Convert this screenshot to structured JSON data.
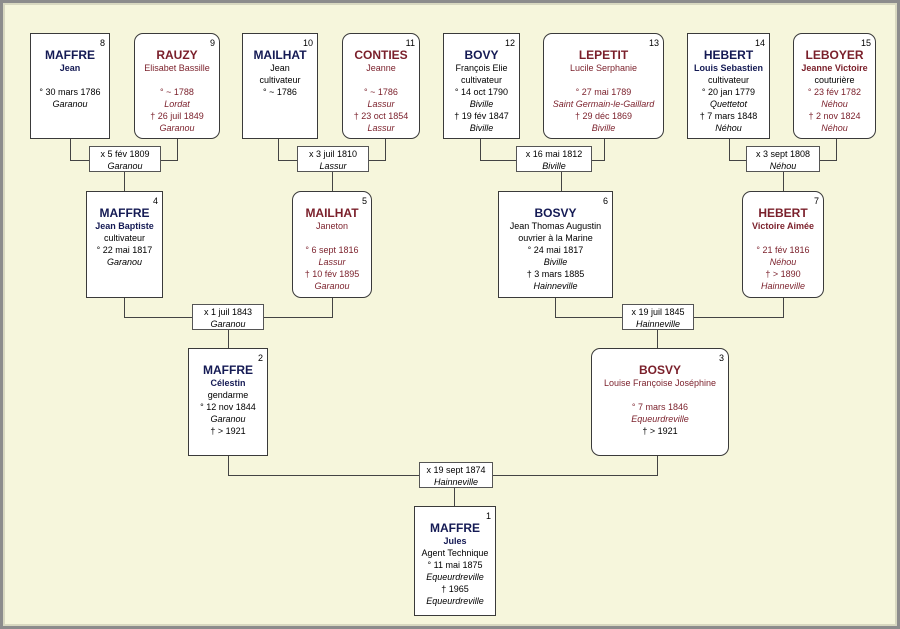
{
  "persons": {
    "p1": {
      "num": "1",
      "surname": "MAFFRE",
      "given": "Jules",
      "occupation": "Agent Technique",
      "birth": "° 11 mai 1875",
      "birth_place": "Equeurdreville",
      "death": "† 1965",
      "death_place": "Equeurdreville"
    },
    "p2": {
      "num": "2",
      "surname": "MAFFRE",
      "given": "Célestin",
      "occupation": "gendarme",
      "birth": "° 12 nov 1844",
      "birth_place": "Garanou",
      "death": "† > 1921"
    },
    "p3": {
      "num": "3",
      "surname": "BOSVY",
      "given": "Louise Françoise Joséphine",
      "birth": "° 7 mars 1846",
      "birth_place": "Equeurdreville",
      "death": "† > 1921"
    },
    "p4": {
      "num": "4",
      "surname": "MAFFRE",
      "given": "Jean Baptiste",
      "occupation": "cultivateur",
      "birth": "° 22 mai 1817",
      "birth_place": "Garanou"
    },
    "p5": {
      "num": "5",
      "surname": "MAILHAT",
      "given": "Janeton",
      "birth": "° 6 sept 1816",
      "birth_place": "Lassur",
      "death": "† 10 fév 1895",
      "death_place": "Garanou"
    },
    "p6": {
      "num": "6",
      "surname": "BOSVY",
      "given": "Jean Thomas Augustin",
      "occupation": "ouvrier à la Marine",
      "birth": "° 24 mai 1817",
      "birth_place": "Biville",
      "death": "† 3 mars 1885",
      "death_place": "Hainneville"
    },
    "p7": {
      "num": "7",
      "surname": "HEBERT",
      "given": "Victoire Aimée",
      "birth": "° 21 fév 1816",
      "birth_place": "Néhou",
      "death": "† > 1890",
      "death_place": "Hainneville"
    },
    "p8": {
      "num": "8",
      "surname": "MAFFRE",
      "given": "Jean",
      "birth": "° 30 mars 1786",
      "birth_place": "Garanou"
    },
    "p9": {
      "num": "9",
      "surname": "RAUZY",
      "given": "Elisabet Bassille",
      "birth": "° ~ 1788",
      "birth_place": "Lordat",
      "death": "† 26 juil 1849",
      "death_place": "Garanou"
    },
    "p10": {
      "num": "10",
      "surname": "MAILHAT",
      "given": "Jean",
      "occupation": "cultivateur",
      "birth": "° ~ 1786"
    },
    "p11": {
      "num": "11",
      "surname": "CONTIES",
      "given": "Jeanne",
      "birth": "° ~ 1786",
      "birth_place": "Lassur",
      "death": "† 23 oct 1854",
      "death_place": "Lassur"
    },
    "p12": {
      "num": "12",
      "surname": "BOVY",
      "given": "François Elie",
      "occupation": "cultivateur",
      "birth": "° 14 oct 1790",
      "birth_place": "Biville",
      "death": "† 19 fév 1847",
      "death_place": "Biville"
    },
    "p13": {
      "num": "13",
      "surname": "LEPETIT",
      "given": "Lucile Serphanie",
      "birth": "° 27 mai 1789",
      "birth_place": "Saint Germain-le-Gaillard",
      "death": "† 29 déc 1869",
      "death_place": "Biville"
    },
    "p14": {
      "num": "14",
      "surname": "HEBERT",
      "given": "Louis Sebastien",
      "occupation": "cultivateur",
      "birth": "° 20 jan 1779",
      "birth_place": "Quettetot",
      "death": "† 7 mars 1848",
      "death_place": "Néhou"
    },
    "p15": {
      "num": "15",
      "surname": "LEBOYER",
      "given": "Jeanne Victoire",
      "occupation": "couturière",
      "birth": "° 23 fév 1782",
      "birth_place": "Néhou",
      "death": "† 2 nov 1824",
      "death_place": "Néhou"
    }
  },
  "marriages": {
    "m1": {
      "date": "x 19 sept 1874",
      "place": "Hainneville"
    },
    "m2": {
      "date": "x 1 juil 1843",
      "place": "Garanou"
    },
    "m3": {
      "date": "x 19 juil 1845",
      "place": "Hainneville"
    },
    "m4": {
      "date": "x 5 fév 1809",
      "place": "Garanou"
    },
    "m5": {
      "date": "x 3 juil 1810",
      "place": "Lassur"
    },
    "m6": {
      "date": "x 16 mai 1812",
      "place": "Biville"
    },
    "m7": {
      "date": "x 3 sept 1808",
      "place": "Néhou"
    }
  },
  "colors": {
    "background": "#f6f6dc",
    "male_name": "#141a54",
    "female_name": "#7a1f2a",
    "border": "#3a3a3a"
  }
}
